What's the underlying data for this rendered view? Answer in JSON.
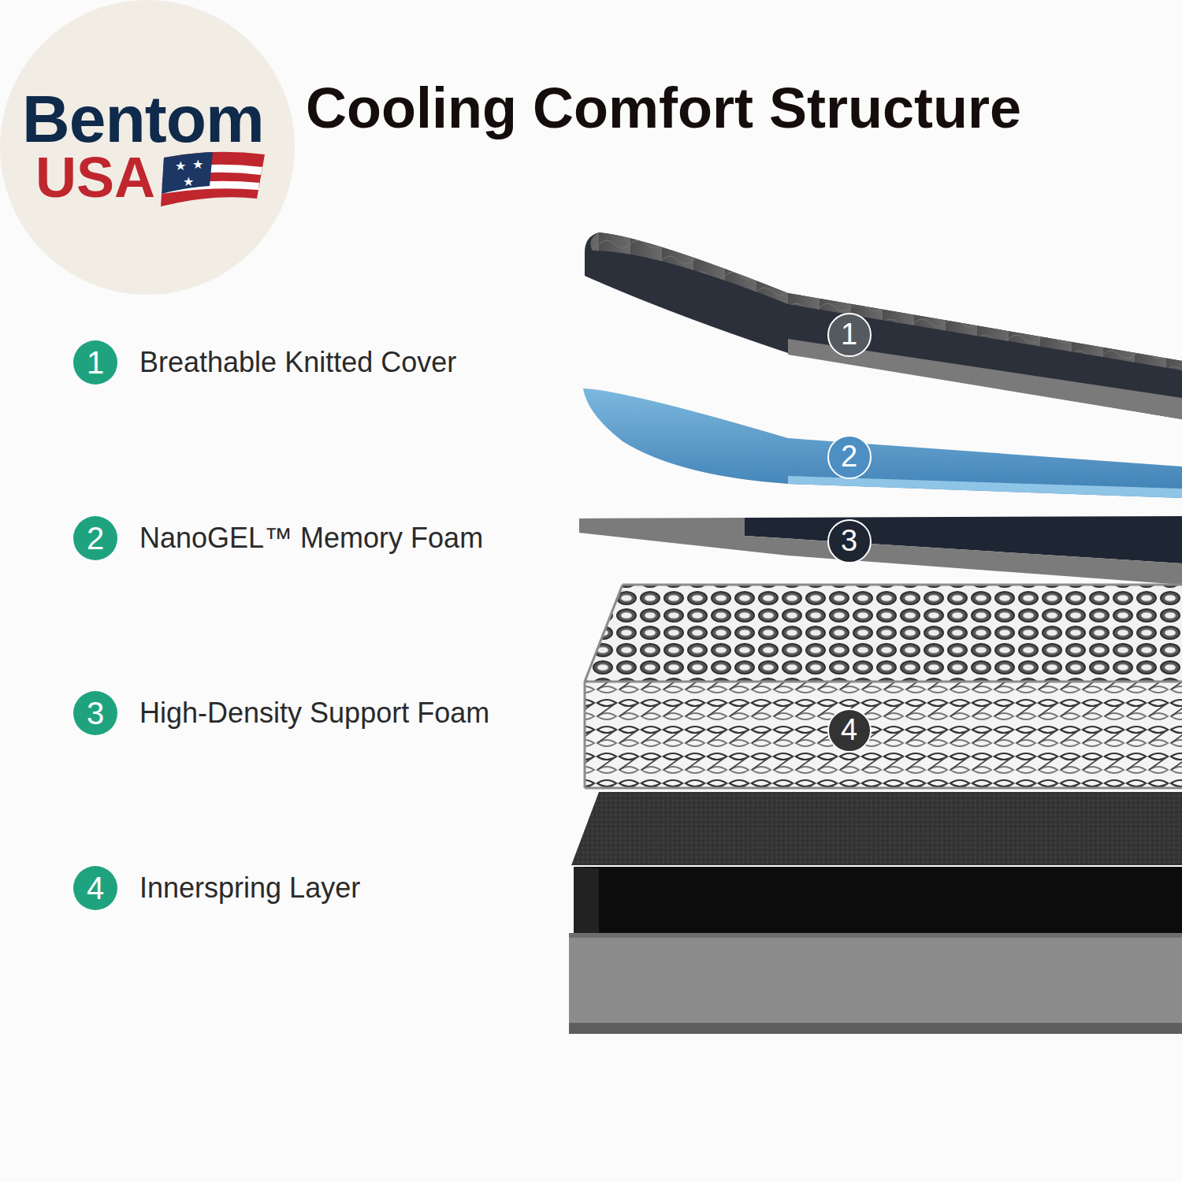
{
  "diagram": {
    "title": "Cooling Comfort Structure",
    "nodes": [
      {
        "text": [
          "Bentom",
          "USA"
        ]
      },
      {
        "text": [
          "1",
          "Breathable Knitted Cover"
        ]
      },
      {
        "text": [
          "2",
          "NanoGEL™ Memory Foam"
        ]
      },
      {
        "text": [
          "3",
          "High-Density Support Foam"
        ]
      },
      {
        "text": [
          "4",
          "Innerspring Layer"
        ]
      },
      {
        "text": [
          "1"
        ]
      },
      {
        "text": [
          "2"
        ]
      },
      {
        "text": [
          "3"
        ]
      },
      {
        "text": [
          "4"
        ]
      }
    ]
  }
}
